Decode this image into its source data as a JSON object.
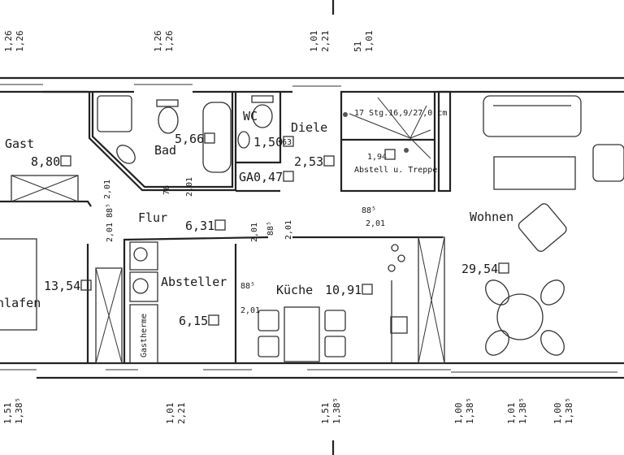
{
  "rooms": [
    {
      "name": "Gast",
      "area": "8,80"
    },
    {
      "name": "Bad",
      "area": "5,66"
    },
    {
      "name": "WC",
      "area": "1,50"
    },
    {
      "name": "Diele",
      "area": "2,53"
    },
    {
      "name": "GA",
      "area": "0,47"
    },
    {
      "name": "Abstell u. Treppe",
      "area": "1,94"
    },
    {
      "name": "Flur",
      "area": "6,31"
    },
    {
      "name": "Wohnen",
      "area": "29,54"
    },
    {
      "name": "Schlafen",
      "area": "13,54"
    },
    {
      "name": "Absteller",
      "area": "6,15"
    },
    {
      "name": "Küche",
      "area": "10,91"
    }
  ],
  "annotations": {
    "stairs": "17 Stg.16,9/27,0 cm",
    "boiler": "Gastherme",
    "wc_door": "63"
  },
  "dimensions": {
    "top": [
      {
        "a": "1,26",
        "b": "1,26"
      },
      {
        "a": "1,26",
        "b": "1,26"
      },
      {
        "a": "1,01",
        "b": "2,21"
      },
      {
        "a": "51",
        "b": "1,01"
      }
    ],
    "bottom": [
      {
        "a": "1,51",
        "b": "1,38⁵"
      },
      {
        "a": "1,01",
        "b": "2,21"
      },
      {
        "a": "1,51",
        "b": "1,38⁵"
      },
      {
        "a": "1,00",
        "b": "1,38⁵"
      },
      {
        "a": "1,01",
        "b": "1,38⁵"
      },
      {
        "a": "1,00",
        "b": "1,38⁵"
      }
    ],
    "doors": [
      "2,01",
      "88⁵",
      "2,01",
      "2,01",
      "88⁵",
      "2,01",
      "88⁵",
      "2,01",
      "88⁵",
      "2,01",
      "76",
      "2,01"
    ]
  }
}
